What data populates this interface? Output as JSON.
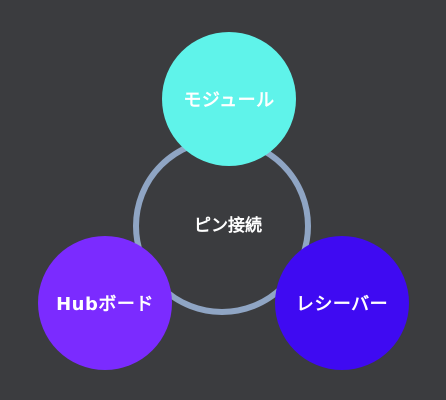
{
  "center": {
    "label": "ピン接続"
  },
  "nodes": [
    {
      "label": "モジュール",
      "color": "#5ff3ea"
    },
    {
      "label": "Hubボード",
      "color": "#7b2bff"
    },
    {
      "label": "レシーバー",
      "color": "#3f0af2"
    }
  ],
  "colors": {
    "background": "#3b3c3f",
    "ring": "#8fa5c4",
    "text": "#ffffff"
  }
}
